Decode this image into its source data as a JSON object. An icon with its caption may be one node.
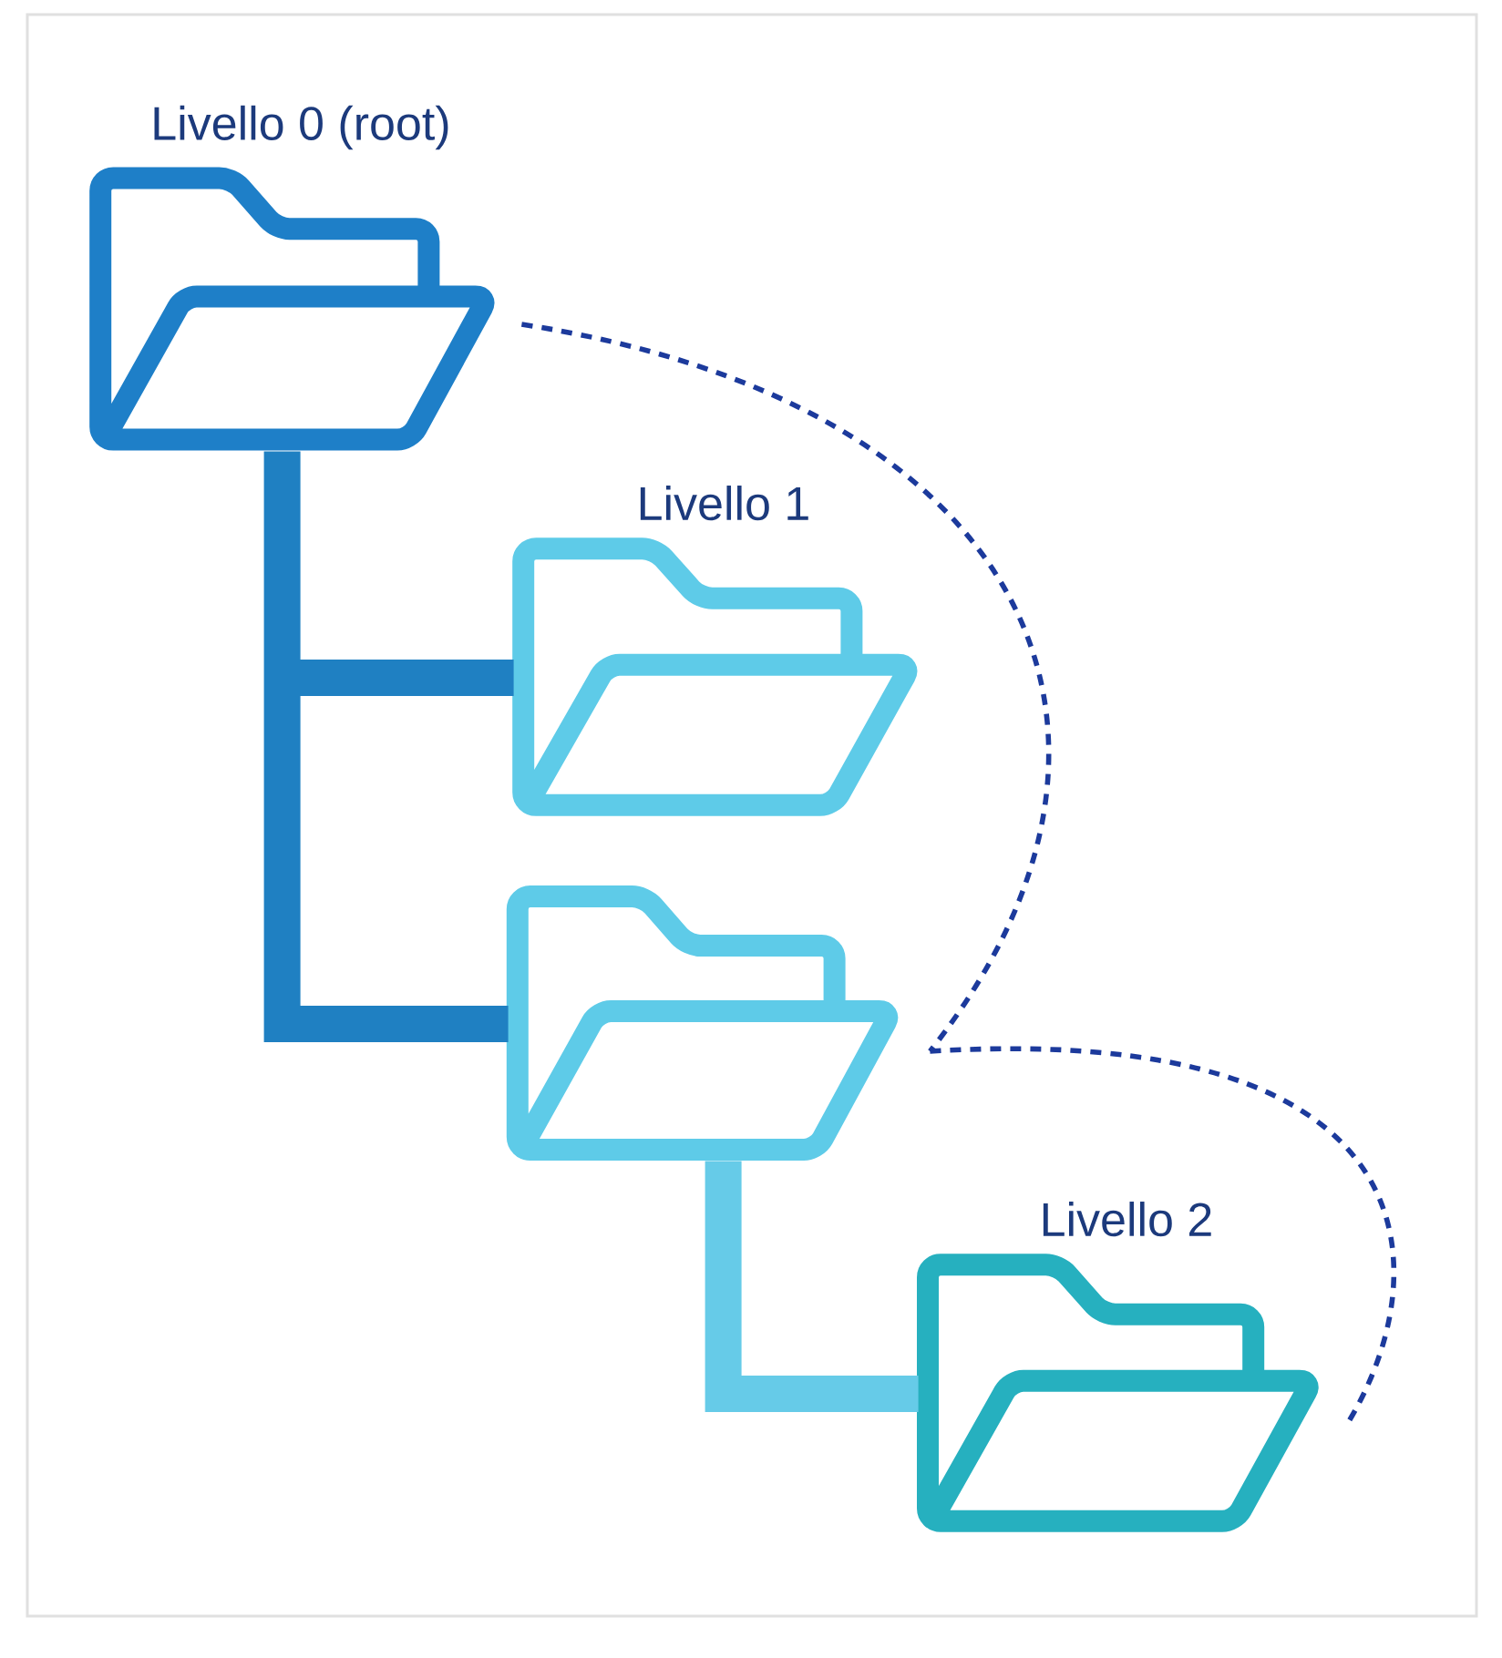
{
  "diagram": {
    "nodes": [
      {
        "text": [
          "Livello 0 (root)"
        ]
      },
      {
        "text": [
          "Livello 1"
        ]
      },
      {
        "text": [],
        "shape": "folder"
      },
      {
        "text": [
          "Livello 2"
        ]
      }
    ],
    "edges": [
      {
        "from": 0,
        "to": 1,
        "arrow": "none",
        "color": "#1f80c2"
      },
      {
        "from": 0,
        "to": 2,
        "arrow": "none",
        "color": "#1f80c2"
      },
      {
        "from": 2,
        "to": 3,
        "arrow": "none",
        "color": "#66cbe8"
      },
      {
        "from": 0,
        "to": 2,
        "arrow": "none",
        "style": "dashed",
        "color": "#1c3a9c"
      },
      {
        "from": 2,
        "to": 3,
        "arrow": "none",
        "style": "dashed",
        "color": "#1c3a9c"
      }
    ]
  }
}
